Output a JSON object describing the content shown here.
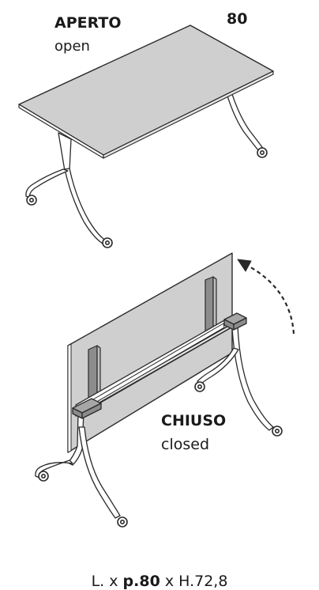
{
  "open_state": {
    "title": "APERTO",
    "subtitle": "open",
    "width_label": "80"
  },
  "closed_state": {
    "title": "CHIUSO",
    "subtitle": "closed"
  },
  "dimensions": {
    "prefix": "L. x ",
    "depth": "p.80",
    "suffix": " x H.72,8"
  },
  "colors": {
    "tabletop": "#cfcfcf",
    "frame": "#ffffff",
    "outline": "#2a2a2a",
    "bracket": "#8c8c8c"
  },
  "icons": [
    "fold-rotation-arrow-icon",
    "caster-wheel-icon"
  ]
}
